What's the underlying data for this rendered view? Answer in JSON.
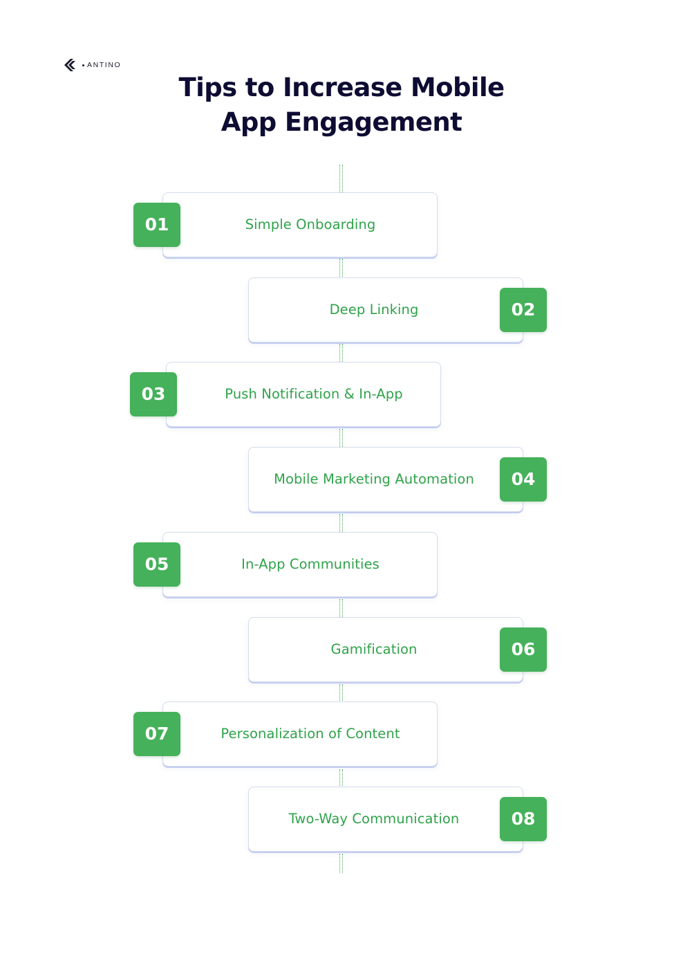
{
  "brand": {
    "name": "ANTINO"
  },
  "title": {
    "line1": "Tips to Increase Mobile",
    "line2": "App Engagement"
  },
  "colors": {
    "accent_green": "#45b15a",
    "text_green": "#2fa24a",
    "title_navy": "#0d0c33",
    "card_border": "#d5dcec"
  },
  "steps": [
    {
      "number": "01",
      "label": "Simple Onboarding"
    },
    {
      "number": "02",
      "label": "Deep Linking"
    },
    {
      "number": "03",
      "label": "Push Notification & In-App"
    },
    {
      "number": "04",
      "label": "Mobile Marketing Automation"
    },
    {
      "number": "05",
      "label": "In-App Communities"
    },
    {
      "number": "06",
      "label": "Gamification"
    },
    {
      "number": "07",
      "label": "Personalization of Content"
    },
    {
      "number": "08",
      "label": "Two-Way Communication"
    }
  ]
}
